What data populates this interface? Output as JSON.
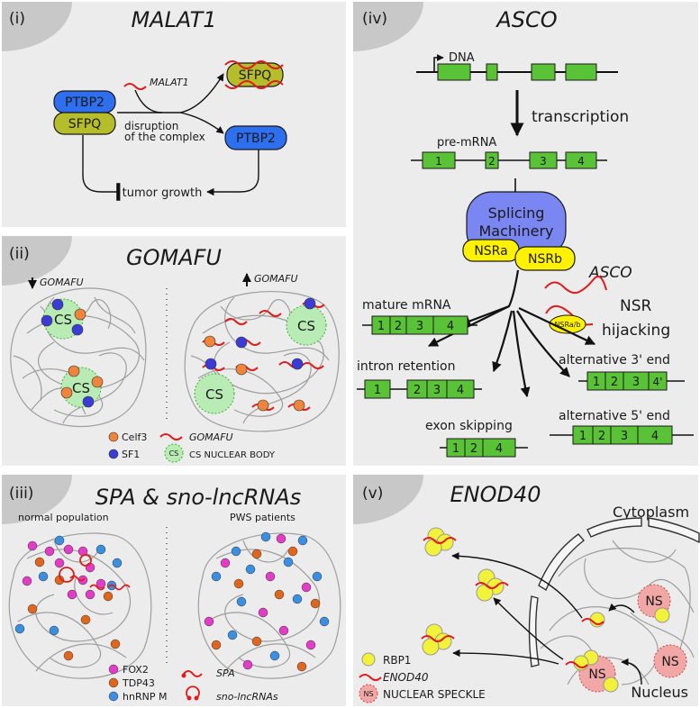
{
  "colors": {
    "panel_bg": "#ececec",
    "tab_bg": "#c8c8c8",
    "ptbp2": "#2e6ff0",
    "sfpq": "#b5bd2a",
    "exon": "#59c236",
    "splicing": "#7a86f2",
    "nsr": "#fff200",
    "rna": "#e01b1b",
    "celf3": "#f0843a",
    "sf1": "#3b3bd6",
    "cs_body": "#b9ecb4",
    "fox2": "#e33cc7",
    "tdp43": "#e0661d",
    "hnrnpm": "#3b8fe0",
    "rbp1": "#f2f23a",
    "speckle": "#f2a7a7"
  },
  "panel_i": {
    "roman": "(i)",
    "title": "MALAT1",
    "rna_label": "MALAT1",
    "ptbp2": "PTBP2",
    "sfpq": "SFPQ",
    "sfpq_out": "SFPQ",
    "ptbp2_out": "PTBP2",
    "disruption_line1": "disruption",
    "disruption_line2": "of the complex",
    "tumor": "tumor growth"
  },
  "panel_ii": {
    "roman": "(ii)",
    "title": "GOMAFU",
    "down_label": "GOMAFU",
    "up_label": "GOMAFU",
    "cs": "CS",
    "legend_celf3": "Celf3",
    "legend_sf1": "SF1",
    "legend_gomafu": "GOMAFU",
    "legend_cs_icon": "CS",
    "legend_cs": "CS NUCLEAR BODY"
  },
  "panel_iii": {
    "roman": "(iii)",
    "title": "SPA & sno-lncRNAs",
    "left_label": "normal population",
    "right_label": "PWS patients",
    "legend_fox2": "FOX2",
    "legend_tdp43": "TDP43",
    "legend_hnrnpm": "hnRNP M",
    "legend_spa": "SPA",
    "legend_sno": "sno-lncRNAs"
  },
  "panel_iv": {
    "roman": "(iv)",
    "title": "ASCO",
    "dna": "DNA",
    "transcription": "transcription",
    "pre_mrna": "pre-mRNA",
    "exon_nums": [
      "1",
      "2",
      "3",
      "4"
    ],
    "splicing_line1": "Splicing",
    "splicing_line2": "Machinery",
    "nsra": "NSRa",
    "nsrb": "NSRb",
    "asco_rna": "ASCO",
    "nsr_ab": "NSRa/b",
    "hijack_line1": "NSR",
    "hijack_line2": "hijacking",
    "mature": "mature mRNA",
    "intron_ret": "intron retention",
    "alt3": "alternative 3' end",
    "exon_skip": "exon skipping",
    "alt5": "alternative 5' end",
    "mature_exons": [
      "1",
      "2",
      "3",
      "4"
    ],
    "intron_exons": [
      "1",
      "2",
      "3",
      "4"
    ],
    "alt3_exons": [
      "1",
      "2",
      "3",
      "4'"
    ],
    "skip_exons": [
      "1",
      "2",
      "4"
    ],
    "alt5_exons": [
      "1",
      "2",
      "3",
      "4"
    ]
  },
  "panel_v": {
    "roman": "(v)",
    "title": "ENOD40",
    "cytoplasm": "Cytoplasm",
    "nucleus": "Nucleus",
    "ns": "NS",
    "legend_rbp1": "RBP1",
    "legend_enod40": "ENOD40",
    "legend_ns_icon": "NS",
    "legend_ns": "NUCLEAR SPECKLE"
  }
}
